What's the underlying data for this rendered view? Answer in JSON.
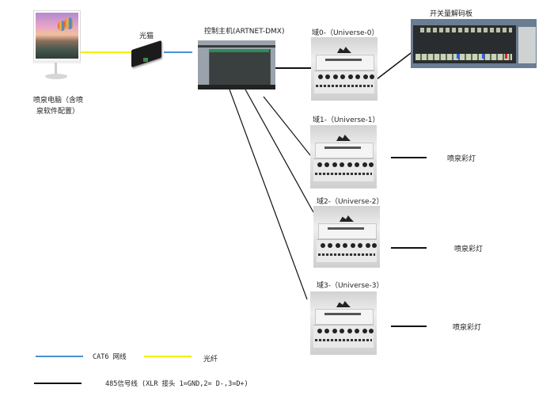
{
  "diagram": {
    "nodes": {
      "pc": {
        "label_line1": "喷泉电脑（含喷",
        "label_line2": "泉软件配置）",
        "icon": "monitor-icon"
      },
      "modem": {
        "label": "光猫",
        "icon": "optical-modem-icon"
      },
      "controller": {
        "label": "控制主机(ARTNET-DMX)",
        "icon": "controller-icon"
      },
      "decoder": {
        "label": "开关量解码板",
        "icon": "decoder-board-icon"
      },
      "universes": [
        {
          "label": "域0-（Universe-0）"
        },
        {
          "label": "域1-（Universe-1）"
        },
        {
          "label": "域2-（Universe-2）"
        },
        {
          "label": "域3-（Universe-3）"
        }
      ],
      "lights": [
        {
          "label": "喷泉彩灯"
        },
        {
          "label": "喷泉彩灯"
        },
        {
          "label": "喷泉彩灯"
        }
      ]
    },
    "connections": [
      {
        "from": "pc",
        "to": "modem",
        "type": "fiber"
      },
      {
        "from": "modem",
        "to": "controller",
        "type": "cat6"
      },
      {
        "from": "controller",
        "to": "universe-0",
        "type": "rs485"
      },
      {
        "from": "universe-0",
        "to": "decoder",
        "type": "rs485"
      },
      {
        "from": "controller",
        "to": "universe-1",
        "type": "rs485"
      },
      {
        "from": "controller",
        "to": "universe-2",
        "type": "rs485"
      },
      {
        "from": "controller",
        "to": "universe-3",
        "type": "rs485"
      },
      {
        "from": "universe-1",
        "to": "light-1",
        "type": "rs485"
      },
      {
        "from": "universe-2",
        "to": "light-2",
        "type": "rs485"
      },
      {
        "from": "universe-3",
        "to": "light-3",
        "type": "rs485"
      }
    ]
  },
  "legend": {
    "cat6": {
      "label": "CAT6 网线",
      "color": "#4a8fd6"
    },
    "fiber": {
      "label": "光纤",
      "color": "#f5f000"
    },
    "rs485": {
      "label": "485信号线 (XLR 接头 1=GND,2= D-,3=D+)",
      "color": "#111111"
    }
  }
}
